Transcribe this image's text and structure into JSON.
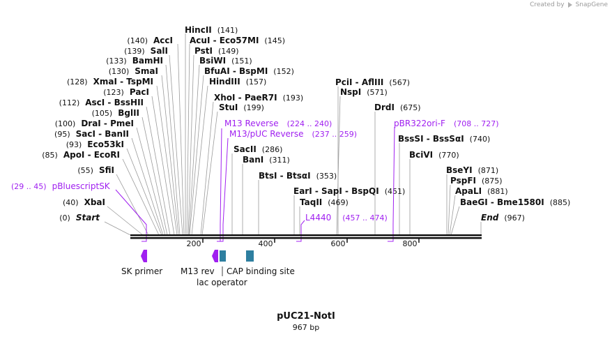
{
  "credit": {
    "prefix": "Created by",
    "brand": "SnapGene"
  },
  "title": "pUC21-NotI",
  "length_label": "967 bp",
  "ruler_ticks": [
    "200",
    "400",
    "600",
    "800"
  ],
  "sites": [
    {
      "pos": "(141)",
      "name": "HincII"
    },
    {
      "pos": "(140)",
      "name": "AccI"
    },
    {
      "pos": "(145)",
      "name": "AcuI  -  Eco57MI"
    },
    {
      "pos": "(139)",
      "name": "SalI"
    },
    {
      "pos": "(149)",
      "name": "PstI"
    },
    {
      "pos": "(133)",
      "name": "BamHI"
    },
    {
      "pos": "(151)",
      "name": "BsiWI"
    },
    {
      "pos": "(130)",
      "name": "SmaI"
    },
    {
      "pos": "(152)",
      "name": "BfuAI  -  BspMI"
    },
    {
      "pos": "(128)",
      "name": "XmaI  -  TspMI"
    },
    {
      "pos": "(157)",
      "name": "HindIII"
    },
    {
      "pos": "(123)",
      "name": "PacI"
    },
    {
      "pos": "(193)",
      "name": "XhoI  -  PaeR7I"
    },
    {
      "pos": "(112)",
      "name": "AscI  -  BssHII"
    },
    {
      "pos": "(199)",
      "name": "StuI"
    },
    {
      "pos": "(105)",
      "name": "BglII"
    },
    {
      "pos": "(100)",
      "name": "DraI  -  PmeI"
    },
    {
      "pos": "(95)",
      "name": "SacI  -  BanII"
    },
    {
      "pos": "(93)",
      "name": "Eco53kI"
    },
    {
      "pos": "(286)",
      "name": "SacII"
    },
    {
      "pos": "(85)",
      "name": "ApoI  -  EcoRI"
    },
    {
      "pos": "(311)",
      "name": "BanI"
    },
    {
      "pos": "(55)",
      "name": "SfiI"
    },
    {
      "pos": "(353)",
      "name": "BtsI  -  BtsαI"
    },
    {
      "pos": "(451)",
      "name": "EarI  -  SapI  -  BspQI"
    },
    {
      "pos": "(40)",
      "name": "XbaI"
    },
    {
      "pos": "(469)",
      "name": "TaqII"
    },
    {
      "pos": "(567)",
      "name": "PciI  -  AflIII"
    },
    {
      "pos": "(571)",
      "name": "NspI"
    },
    {
      "pos": "(675)",
      "name": "DrdI"
    },
    {
      "pos": "(740)",
      "name": "BssSI  -  BssSαI"
    },
    {
      "pos": "(770)",
      "name": "BciVI"
    },
    {
      "pos": "(871)",
      "name": "BseYI"
    },
    {
      "pos": "(875)",
      "name": "PspFI"
    },
    {
      "pos": "(881)",
      "name": "ApaLI"
    },
    {
      "pos": "(885)",
      "name": "BaeGI  -  Bme1580I"
    },
    {
      "pos": "(0)",
      "name": "Start"
    },
    {
      "pos": "(967)",
      "name": "End"
    }
  ],
  "primers": [
    {
      "range": "(29 .. 45)",
      "name": "pBluescriptSK"
    },
    {
      "range": "(224 .. 240)",
      "name": "M13 Reverse"
    },
    {
      "range": "(237 .. 259)",
      "name": "M13/pUC Reverse"
    },
    {
      "range": "(457 .. 474)",
      "name": "L4440"
    },
    {
      "range": "(708 .. 727)",
      "name": "pBR322ori-F"
    }
  ],
  "features": [
    {
      "name": "SK primer"
    },
    {
      "name": "M13 rev"
    },
    {
      "name": "lac operator"
    },
    {
      "name": "CAP binding site"
    }
  ],
  "colors": {
    "primer": "#a020f0",
    "feature_box": "#2e7fa0",
    "feature_arrow": "#a020f0",
    "backbone": "#111111",
    "leader": "#999999"
  }
}
